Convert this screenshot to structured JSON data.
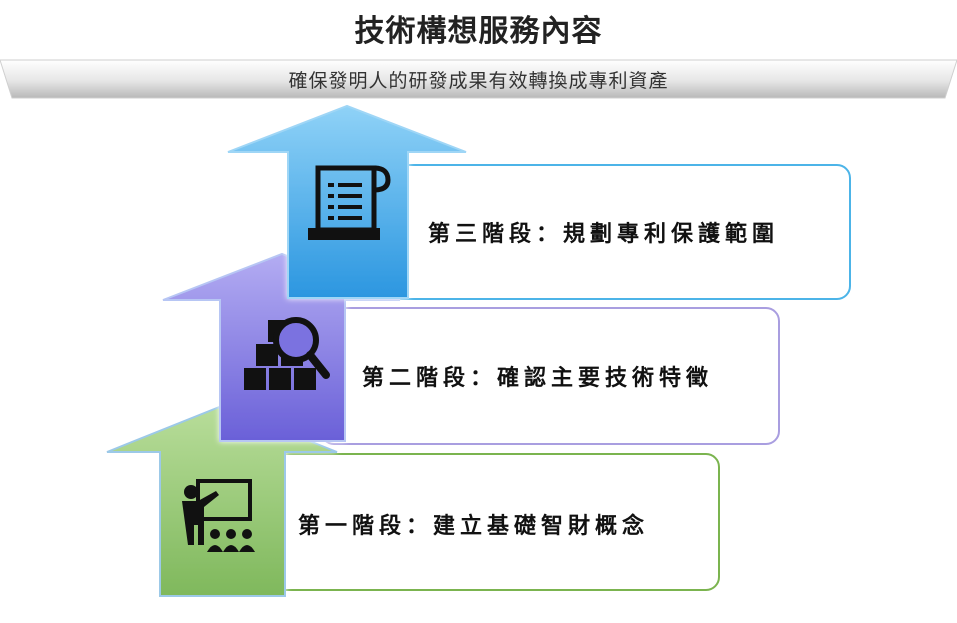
{
  "title": "技術構想服務內容",
  "banner": {
    "text": "確保發明人的研發成果有效轉換成專利資產"
  },
  "stages": [
    {
      "label": "第一階段：建立基礎智財概念",
      "icon": "presentation-icon",
      "color": "#8fc46b",
      "border": "#6aae44"
    },
    {
      "label": "第二階段：確認主要技術特徵",
      "icon": "search-boxes-icon",
      "color": "#7b72e0",
      "border": "#9b8fe0"
    },
    {
      "label": "第三階段：規劃專利保護範圍",
      "icon": "document-scroll-icon",
      "color": "#3aa7e8",
      "border": "#4cb4e8"
    }
  ]
}
